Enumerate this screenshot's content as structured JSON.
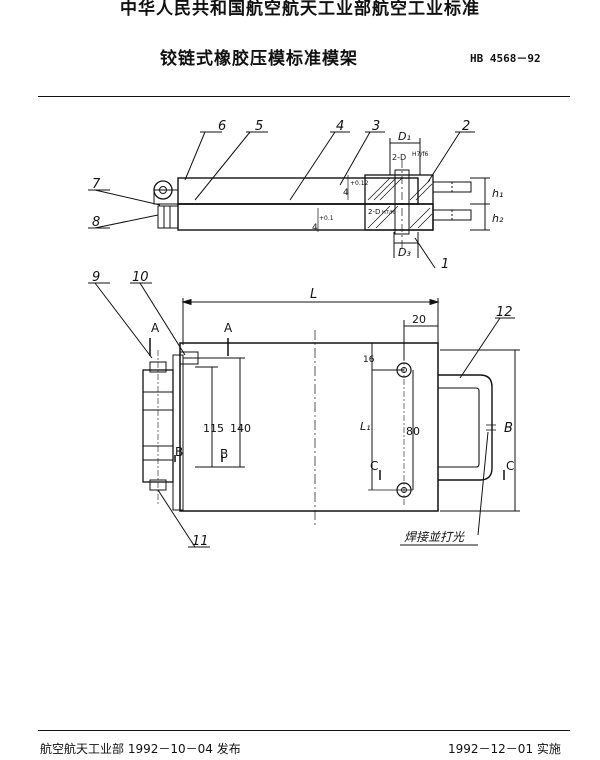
{
  "header": {
    "org": "中华人民共和国航空航天工业部航空工业标准",
    "title": "铰链式橡胶压模标准模架",
    "std_no": "HB 4568－92"
  },
  "drawing": {
    "part_numbers": [
      "1",
      "2",
      "3",
      "4",
      "5",
      "6",
      "7",
      "8",
      "9",
      "10",
      "11",
      "12"
    ],
    "top_view": {
      "d1": "D₁",
      "h1": "h₁",
      "h2": "h₂",
      "d3": "D₃",
      "hole_fit": "2-D",
      "hole_tol": "H7/f6",
      "dim_4_top": "4",
      "dim_4_top_tol": "+0.12",
      "dim_4_bottom": "4",
      "dim_4_bottom_tol": "+0.1",
      "dim_2_fit": "2-D",
      "dim_2_tol": "H7/f6"
    },
    "plan_view": {
      "L": "L",
      "dim_20": "20",
      "dim_16": "16",
      "dim_80": "80",
      "dim_115": "115",
      "dim_140": "140",
      "L1": "L₁",
      "B": "B",
      "section_a": "A",
      "section_b": "B",
      "section_c": "C",
      "weld_note": "焊接並打光"
    }
  },
  "footer": {
    "issued": "航空航天工业部 1992－10－04 发布",
    "effective": "1992－12－01 实施"
  }
}
